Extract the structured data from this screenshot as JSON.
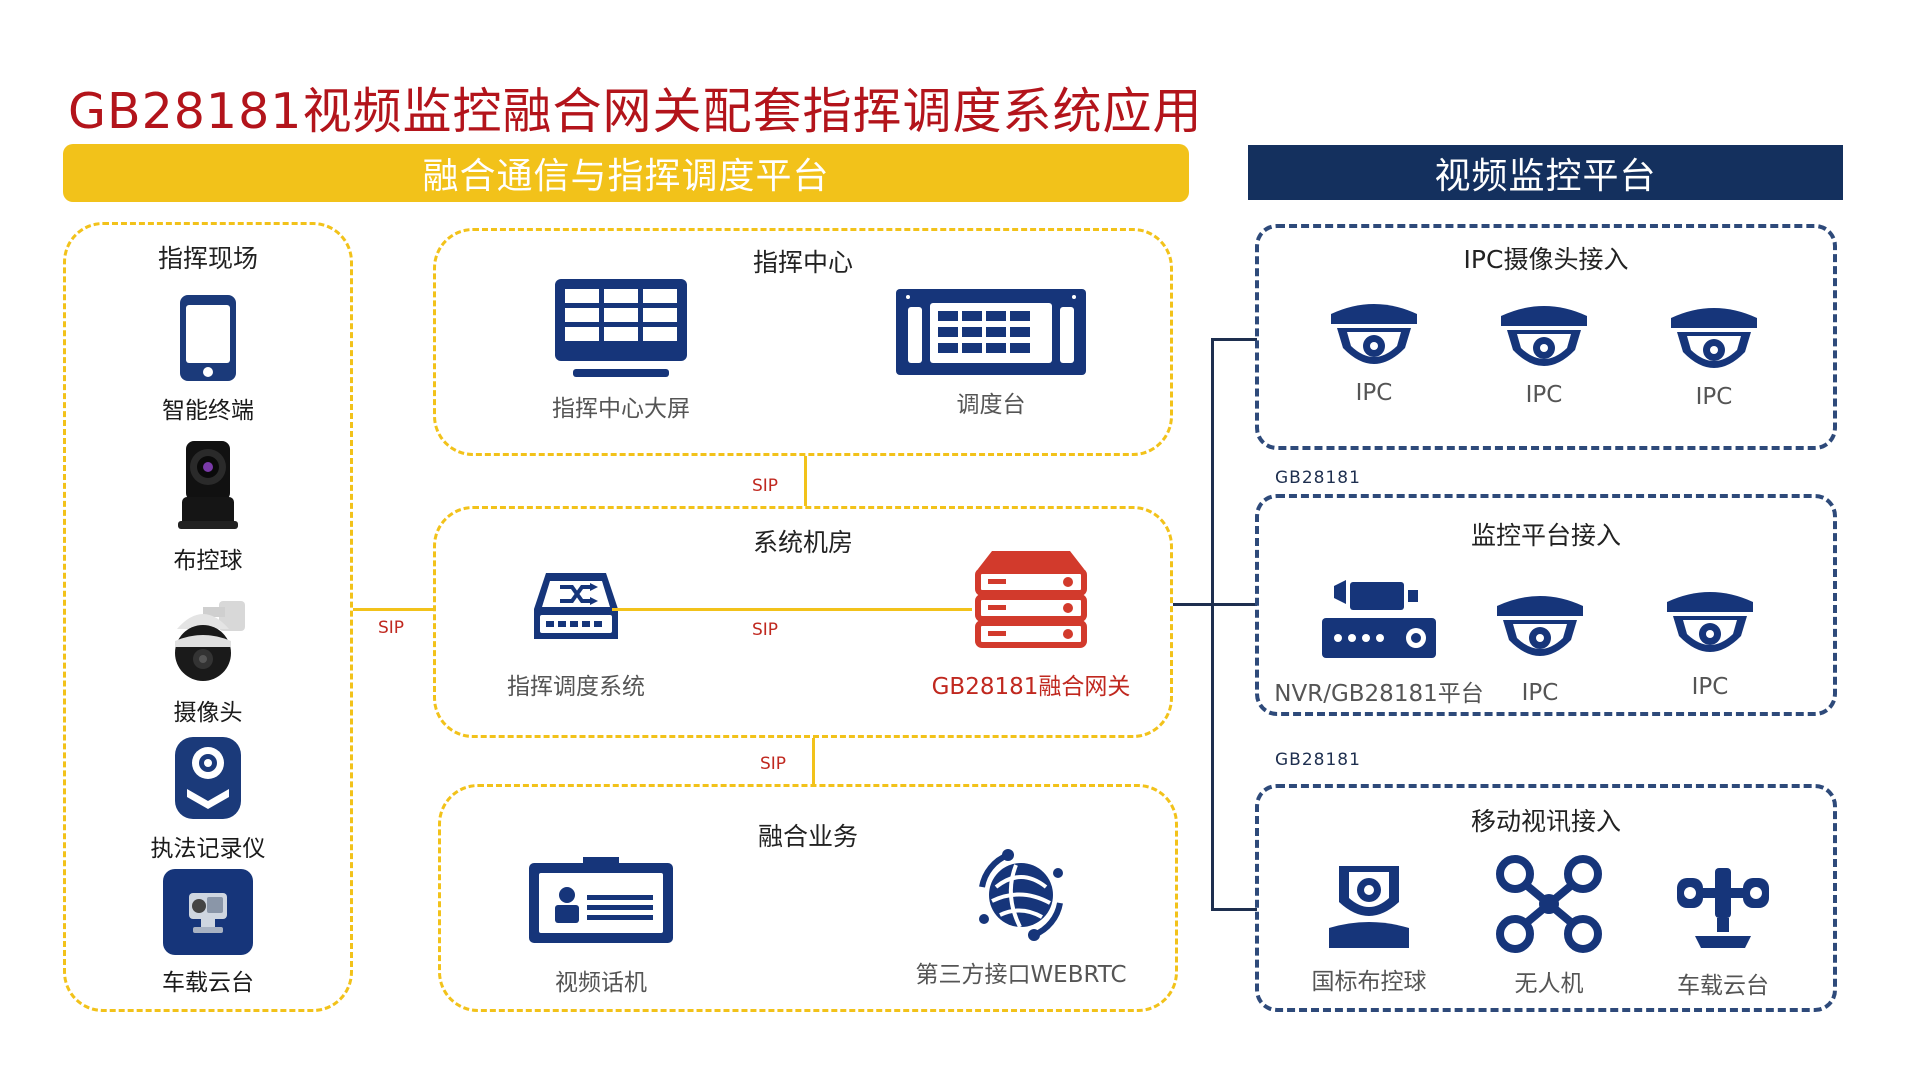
{
  "title": "GB28181视频监控融合网关配套指挥调度系统应用",
  "header_left": "融合通信与指挥调度平台",
  "header_right": "视频监控平台",
  "colors": {
    "accent_yellow": "#f2c21a",
    "navy": "#14305e",
    "title_red": "#b3141b"
  },
  "field": {
    "title": "指挥现场",
    "items": [
      {
        "label": "智能终端",
        "icon": "smartphone-icon"
      },
      {
        "label": "布控球",
        "icon": "dome-camera-icon"
      },
      {
        "label": "摄像头",
        "icon": "ptz-camera-icon"
      },
      {
        "label": "执法记录仪",
        "icon": "body-camera-icon"
      },
      {
        "label": "车载云台",
        "icon": "vehicle-camera-icon"
      }
    ]
  },
  "command_center": {
    "title": "指挥中心",
    "items": [
      {
        "label": "指挥中心大屏",
        "icon": "video-wall-icon"
      },
      {
        "label": "调度台",
        "icon": "dispatch-console-icon"
      }
    ]
  },
  "machine_room": {
    "title": "系统机房",
    "items": [
      {
        "label": "指挥调度系统",
        "icon": "switch-icon"
      },
      {
        "label": "GB28181融合网关",
        "icon": "server-icon"
      }
    ]
  },
  "services": {
    "title": "融合业务",
    "items": [
      {
        "label": "视频话机",
        "icon": "video-phone-icon"
      },
      {
        "label": "第三方接口WEBRTC",
        "icon": "globe-network-icon"
      }
    ]
  },
  "ipc_access": {
    "title": "IPC摄像头接入",
    "items": [
      {
        "label": "IPC",
        "icon": "ipc-dome-icon"
      },
      {
        "label": "IPC",
        "icon": "ipc-dome-icon"
      },
      {
        "label": "IPC",
        "icon": "ipc-dome-icon"
      }
    ]
  },
  "platform_access": {
    "title": "监控平台接入",
    "items": [
      {
        "label": "NVR/GB28181平台",
        "icon": "nvr-icon"
      },
      {
        "label": "IPC",
        "icon": "ipc-dome-icon"
      },
      {
        "label": "IPC",
        "icon": "ipc-dome-icon"
      }
    ]
  },
  "mobile_access": {
    "title": "移动视讯接入",
    "items": [
      {
        "label": "国标布控球",
        "icon": "dome-ball-icon"
      },
      {
        "label": "无人机",
        "icon": "drone-icon"
      },
      {
        "label": "车载云台",
        "icon": "vehicle-gimbal-icon"
      }
    ]
  },
  "links": {
    "sip_field": "SIP",
    "sip_center": "SIP",
    "sip_room": "SIP",
    "sip_services": "SIP",
    "gb_1": "GB28181",
    "gb_2": "GB28181"
  }
}
